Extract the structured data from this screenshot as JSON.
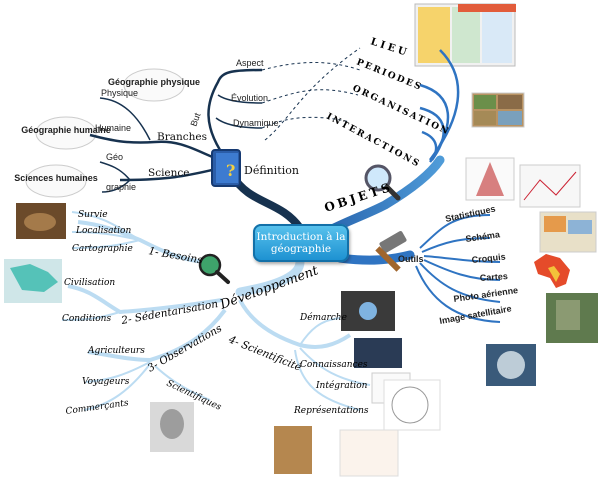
{
  "center": "Introduction à la géographie",
  "definition": {
    "title": "Définition",
    "but": "But",
    "aspects": [
      "Aspect",
      "Évolution",
      "Dynamique"
    ],
    "branches": "Branches",
    "branch_items": [
      "Physique",
      "Humaine"
    ],
    "science": "Science",
    "geo": "Géo",
    "graphie": "graphie",
    "bubbles": [
      "Géographie physique",
      "Géographie humaine",
      "Sciences humaines"
    ]
  },
  "objets": {
    "title": "OBJETS",
    "items": [
      "LIEU",
      "PERIODES",
      "ORGANISATION",
      "INTERACTIONS"
    ]
  },
  "outils": {
    "title": "Outils",
    "items": [
      "Statistiques",
      "Schéma",
      "Croquis",
      "Cartes",
      "Photo aérienne",
      "Image satellitaire"
    ]
  },
  "developpement": {
    "title": "Développement",
    "besoins": {
      "title": "1- Besoins",
      "items": [
        "Survie",
        "Localisation",
        "Cartographie"
      ]
    },
    "sedentarisation": {
      "title": "2- Sédentarisation",
      "items": [
        "Civilisation",
        "Conditions"
      ]
    },
    "observations": {
      "title": "3- Observations",
      "items": [
        "Agriculteurs",
        "Voyageurs",
        "Commerçants",
        "Scientifiques"
      ]
    },
    "scientificite": {
      "title": "4- Scientificité",
      "items": [
        "Démarche",
        "Connaissances",
        "Intégration",
        "Représentations"
      ]
    }
  },
  "colors": {
    "center": "#1a8fd0",
    "branch_blue": "#3b7fc4",
    "light_blue": "#bcdcf2",
    "dark_navy": "#17324f"
  }
}
